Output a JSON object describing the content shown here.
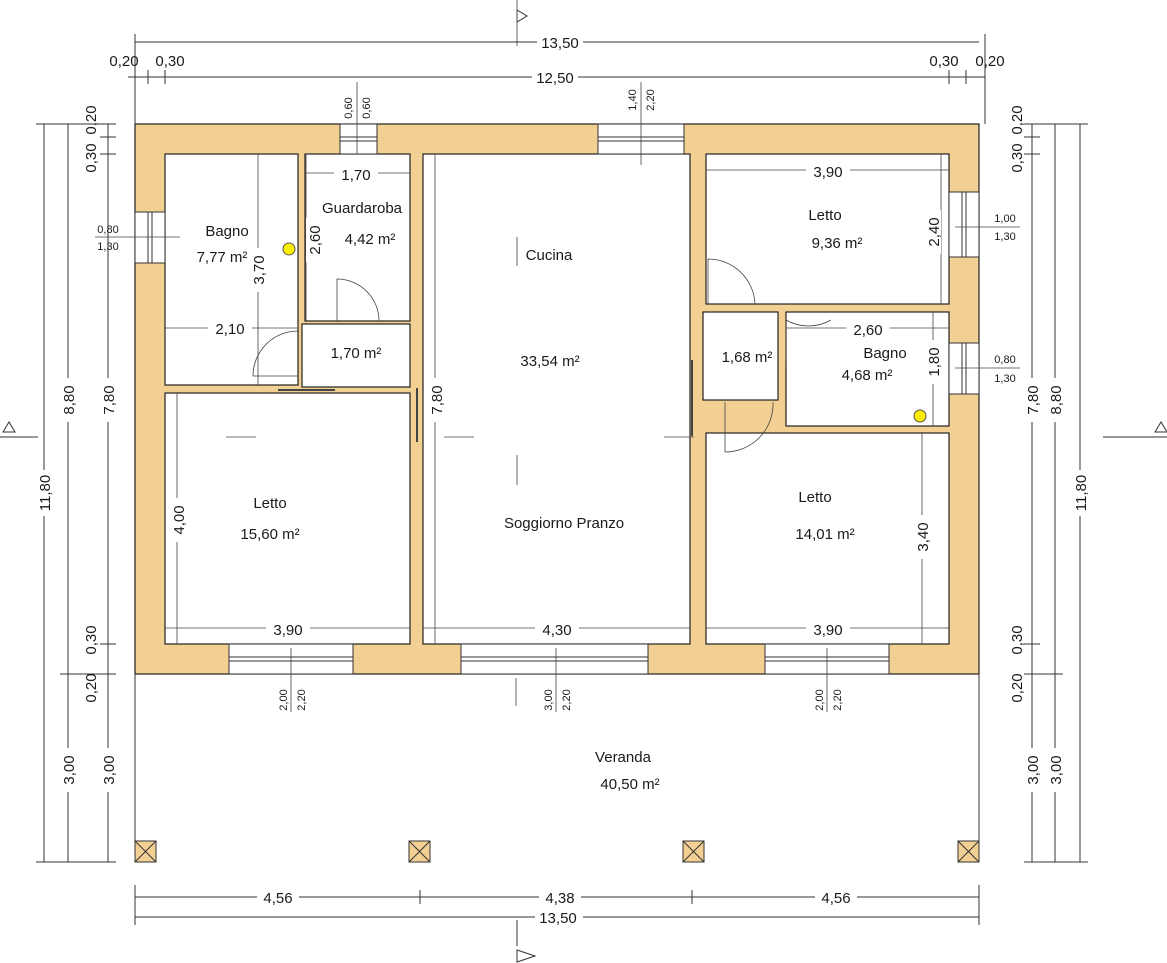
{
  "rooms": {
    "bagno_left": {
      "name": "Bagno",
      "area": "7,77 m²"
    },
    "guardaroba": {
      "name": "Guardaroba",
      "area": "4,42 m²"
    },
    "cucina": {
      "name": "Cucina"
    },
    "letto_top_right": {
      "name": "Letto",
      "area": "9,36 m²"
    },
    "disimpegno_left": {
      "area": "1,70 m²"
    },
    "soggiorno": {
      "name": "Soggiorno Pranzo",
      "area": "33,54 m²"
    },
    "disimpegno_right": {
      "area": "1,68 m²"
    },
    "bagno_right": {
      "name": "Bagno",
      "area": "4,68 m²"
    },
    "letto_left": {
      "name": "Letto",
      "area": "15,60 m²"
    },
    "letto_right": {
      "name": "Letto",
      "area": "14,01 m²"
    },
    "veranda": {
      "name": "Veranda",
      "area": "40,50 m²"
    }
  },
  "dims": {
    "top_total": "13,50",
    "top_inner": "12,50",
    "top_l1": "0,20",
    "top_l2": "0,30",
    "top_r1": "0,30",
    "top_r2": "0,20",
    "bottom_a": "4,56",
    "bottom_b": "4,38",
    "bottom_c": "4,56",
    "bottom_total": "13,50",
    "left_total": "11,80",
    "left_house": "8,80",
    "left_inner": "7,80",
    "left_top_a": "0,20",
    "left_top_b": "0,30",
    "left_bot_a": "0,30",
    "left_bot_b": "0,20",
    "left_veranda_a": "3,00",
    "left_veranda_b": "3,00",
    "right_total": "11,80",
    "right_house": "8,80",
    "right_inner": "7,80",
    "right_top_a": "0,20",
    "right_top_b": "0,30",
    "right_bot_a": "0,30",
    "right_bot_b": "0,20",
    "right_veranda_a": "3,00",
    "right_veranda_b": "3,00",
    "bagno_w": "2,10",
    "bagno_h": "3,70",
    "guard_w": "1,70",
    "guard_h": "2,60",
    "letto_tr_w": "3,90",
    "letto_tr_h": "2,40",
    "bagno_r_w": "2,60",
    "bagno_r_h": "1,80",
    "soggiorno_h": "7,80",
    "letto_l_h": "4,00",
    "letto_l_w": "3,90",
    "soggiorno_w": "4,30",
    "letto_r_w": "3,90",
    "letto_r_h": "3,40"
  },
  "openings": {
    "top_window1_a": "0,60",
    "top_window1_b": "0,60",
    "top_window2_a": "1,40",
    "top_window2_b": "2,20",
    "left_window_a": "0,80",
    "left_window_b": "1,30",
    "right_window1_a": "1,00",
    "right_window1_b": "1,30",
    "right_window2_a": "0,80",
    "right_window2_b": "1,30",
    "bottom_window1_a": "2,00",
    "bottom_window1_b": "2,20",
    "bottom_door_a": "3,00",
    "bottom_door_b": "2,20",
    "bottom_window3_a": "2,00",
    "bottom_window3_b": "2,20"
  },
  "colors": {
    "wall": "#f2cf93",
    "marker": "#ffee00"
  }
}
